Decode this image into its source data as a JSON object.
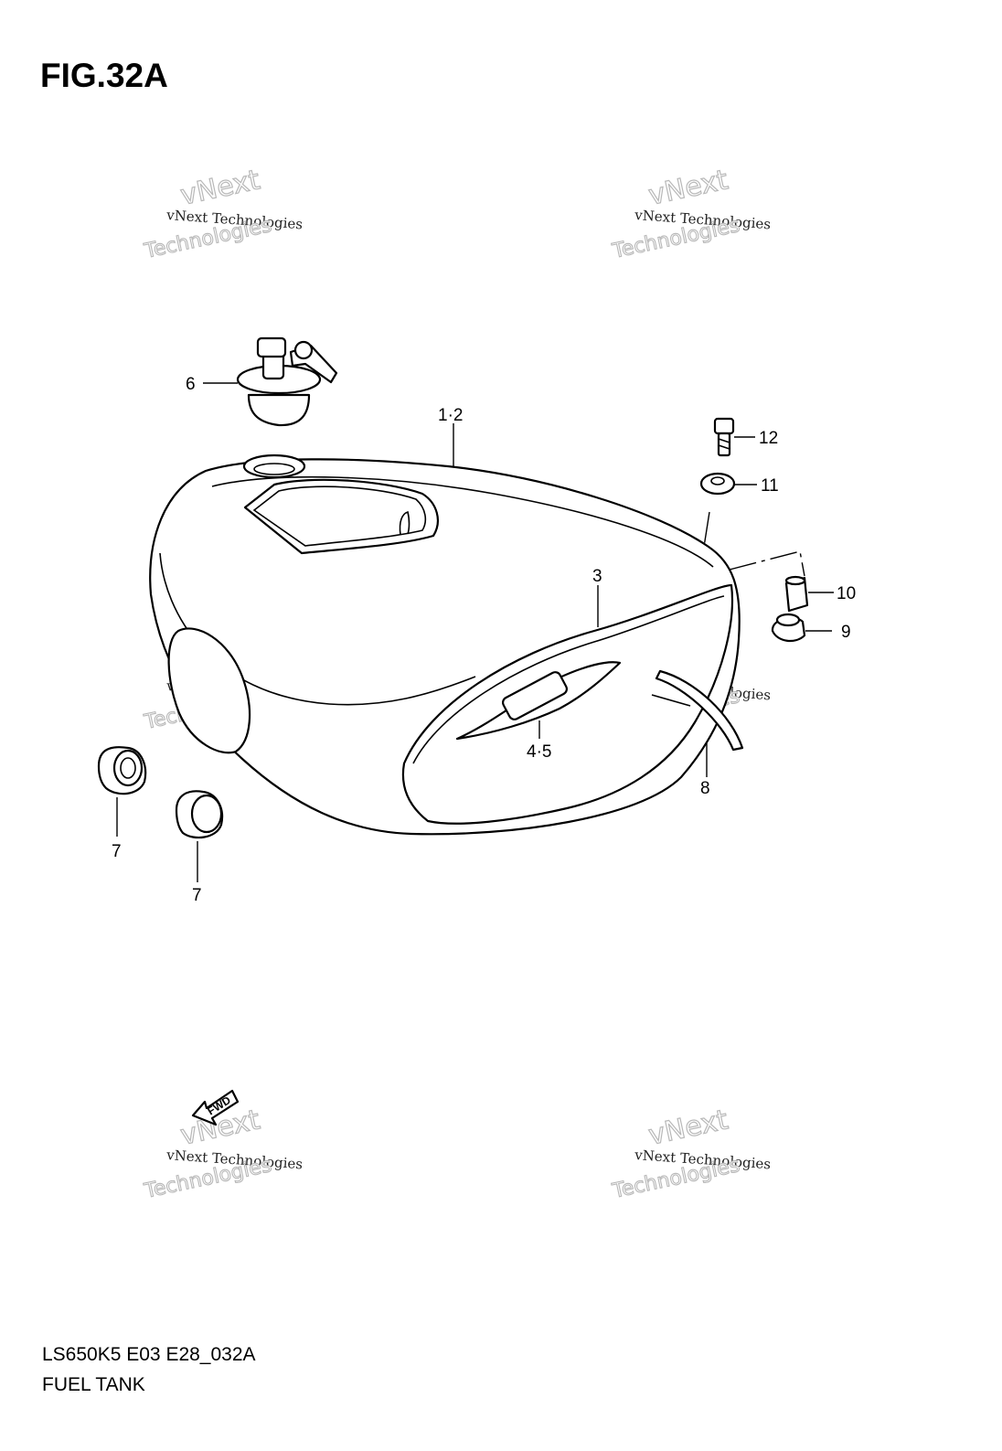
{
  "figure": {
    "title": "FIG.32A",
    "model_code": "LS650K5  E03  E28_032A",
    "name": "FUEL TANK"
  },
  "callouts": [
    {
      "id": "1-2",
      "label": "1·2"
    },
    {
      "id": "3",
      "label": "3"
    },
    {
      "id": "4-5",
      "label": "4·5"
    },
    {
      "id": "6",
      "label": "6"
    },
    {
      "id": "7a",
      "label": "7"
    },
    {
      "id": "7b",
      "label": "7"
    },
    {
      "id": "8",
      "label": "8"
    },
    {
      "id": "9",
      "label": "9"
    },
    {
      "id": "10",
      "label": "10"
    },
    {
      "id": "11",
      "label": "11"
    },
    {
      "id": "12",
      "label": "12"
    }
  ],
  "fwd_arrow": {
    "label": "FWD"
  },
  "watermark": {
    "line1": "vNext Technologies",
    "line2": "vNext",
    "line3": "Technologies"
  }
}
